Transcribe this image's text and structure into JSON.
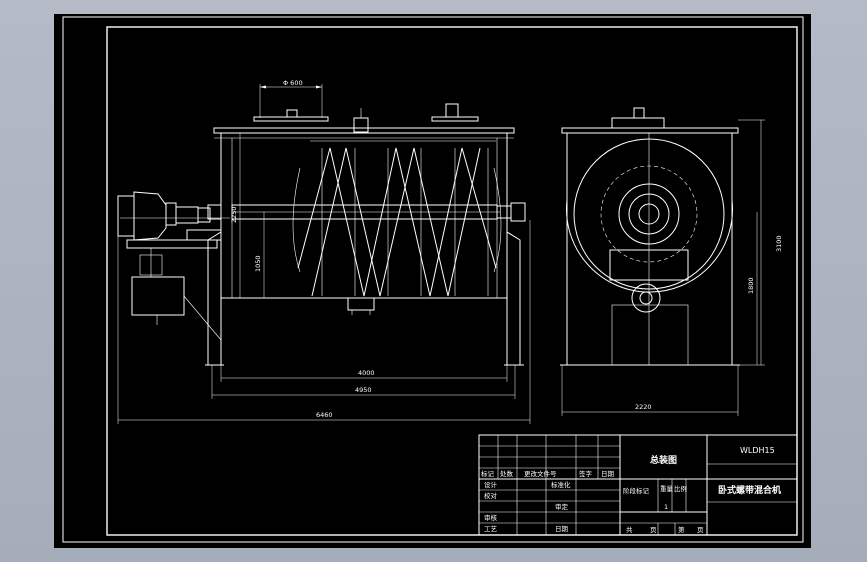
{
  "drawing": {
    "dimensions": {
      "inlet_diameter": "Φ 600",
      "height_front": "2250",
      "shaft_height": "1050",
      "trough_length": "4000",
      "frame_length": "4950",
      "overall_length": "6460",
      "overall_width": "2220",
      "overall_height": "3100",
      "side_shaft_height": "1800"
    }
  },
  "title_block": {
    "drawing_name": "总装图",
    "model": "WLDH15",
    "product_name": "卧式螺带混合机",
    "rev_headers": [
      "标记",
      "处数",
      "更改文件号",
      "签字",
      "日期"
    ],
    "row_labels": [
      "设计",
      "校对",
      "审核",
      "工艺"
    ],
    "std_label": "标准化",
    "approve_label": "审定",
    "date_label": "日期",
    "stage_label": "阶段标记",
    "weight_label": "重量",
    "scale_label": "比例",
    "scale_value": "1",
    "total_label": "共",
    "page_unit": "页",
    "page_label": "第",
    "page_unit2": "页"
  }
}
